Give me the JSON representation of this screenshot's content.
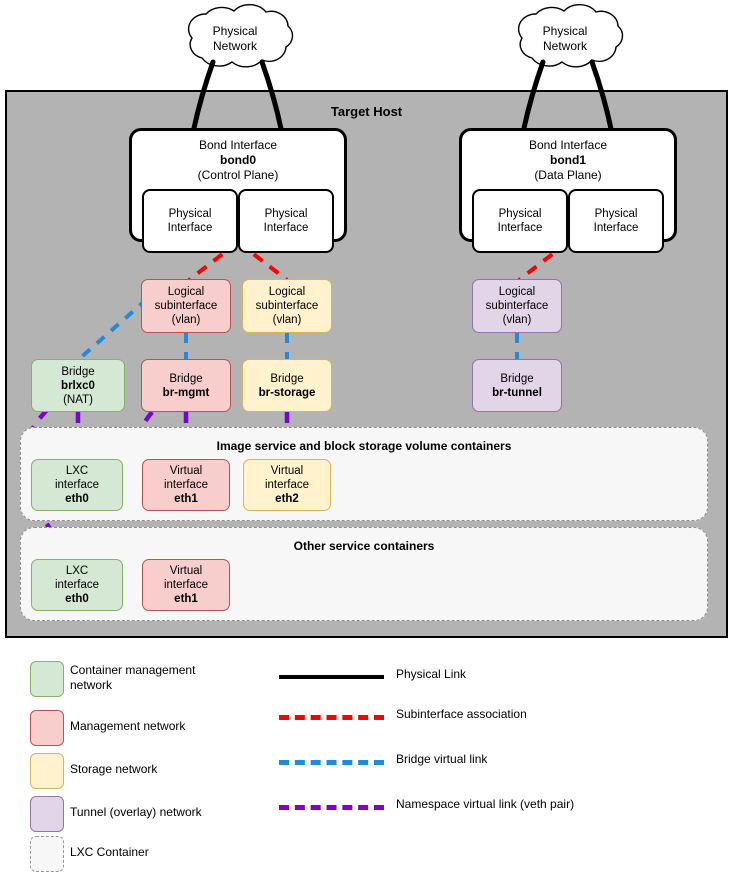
{
  "diagram": {
    "host_title": "Target Host",
    "clouds": [
      {
        "name": "physical-network-left",
        "line1": "Physical",
        "line2": "Network"
      },
      {
        "name": "physical-network-right",
        "line1": "Physical",
        "line2": "Network"
      }
    ],
    "bonds": [
      {
        "name": "bond0",
        "title": "Bond Interface",
        "id": "bond0",
        "role": "(Control Plane)",
        "members": [
          {
            "line1": "Physical",
            "line2": "Interface"
          },
          {
            "line1": "Physical",
            "line2": "Interface"
          }
        ]
      },
      {
        "name": "bond1",
        "title": "Bond Interface",
        "id": "bond1",
        "role": "(Data Plane)",
        "members": [
          {
            "line1": "Physical",
            "line2": "Interface"
          },
          {
            "line1": "Physical",
            "line2": "Interface"
          }
        ]
      }
    ],
    "subinterfaces": [
      {
        "line1": "Logical",
        "line2": "subinterface",
        "line3": "(vlan)",
        "network": "management"
      },
      {
        "line1": "Logical",
        "line2": "subinterface",
        "line3": "(vlan)",
        "network": "storage"
      },
      {
        "line1": "Logical",
        "line2": "subinterface",
        "line3": "(vlan)",
        "network": "tunnel"
      }
    ],
    "bridges": [
      {
        "label": "Bridge",
        "id": "brlxc0",
        "extra": "(NAT)",
        "network": "container-management"
      },
      {
        "label": "Bridge",
        "id": "br-mgmt",
        "extra": "",
        "network": "management"
      },
      {
        "label": "Bridge",
        "id": "br-storage",
        "extra": "",
        "network": "storage"
      },
      {
        "label": "Bridge",
        "id": "br-tunnel",
        "extra": "",
        "network": "tunnel"
      }
    ],
    "containers": [
      {
        "title": "Image service and block storage volume containers",
        "interfaces": [
          {
            "line1": "LXC",
            "line2": "interface",
            "dev": "eth0",
            "network": "container-management"
          },
          {
            "line1": "Virtual",
            "line2": "interface",
            "dev": "eth1",
            "network": "management"
          },
          {
            "line1": "Virtual",
            "line2": "interface",
            "dev": "eth2",
            "network": "storage"
          }
        ]
      },
      {
        "title": "Other service containers",
        "interfaces": [
          {
            "line1": "LXC",
            "line2": "interface",
            "dev": "eth0",
            "network": "container-management"
          },
          {
            "line1": "Virtual",
            "line2": "interface",
            "dev": "eth1",
            "network": "management"
          }
        ]
      }
    ]
  },
  "legend": {
    "swatches": [
      {
        "label": "Container management\nnetwork",
        "fill": "#d5e8d4",
        "stroke": "#82b366"
      },
      {
        "label": "Management network",
        "fill": "#f8cecc",
        "stroke": "#b85450"
      },
      {
        "label": "Storage network",
        "fill": "#fff2cc",
        "stroke": "#d6b656"
      },
      {
        "label": "Tunnel (overlay) network",
        "fill": "#e1d5e7",
        "stroke": "#9673a6"
      },
      {
        "label": "LXC Container",
        "fill": "#f7f7f7",
        "stroke": "#999999"
      }
    ],
    "lines": [
      {
        "label": "Physical Link",
        "color": "#000000",
        "style": "solid"
      },
      {
        "label": "Subinterface association",
        "color": "#ff0000",
        "style": "dashed"
      },
      {
        "label": "Bridge virtual link",
        "color": "#1f8cdb",
        "style": "dashed"
      },
      {
        "label": "Namespace virtual link (veth pair)",
        "color": "#7f00d4",
        "style": "dashed"
      }
    ]
  },
  "colors": {
    "host_fill": "#b3b3b3",
    "physical_link": "#000000",
    "subinterface_link": "#ff0000",
    "bridge_link": "#1f8cdb",
    "veth_link": "#7f00d4"
  }
}
